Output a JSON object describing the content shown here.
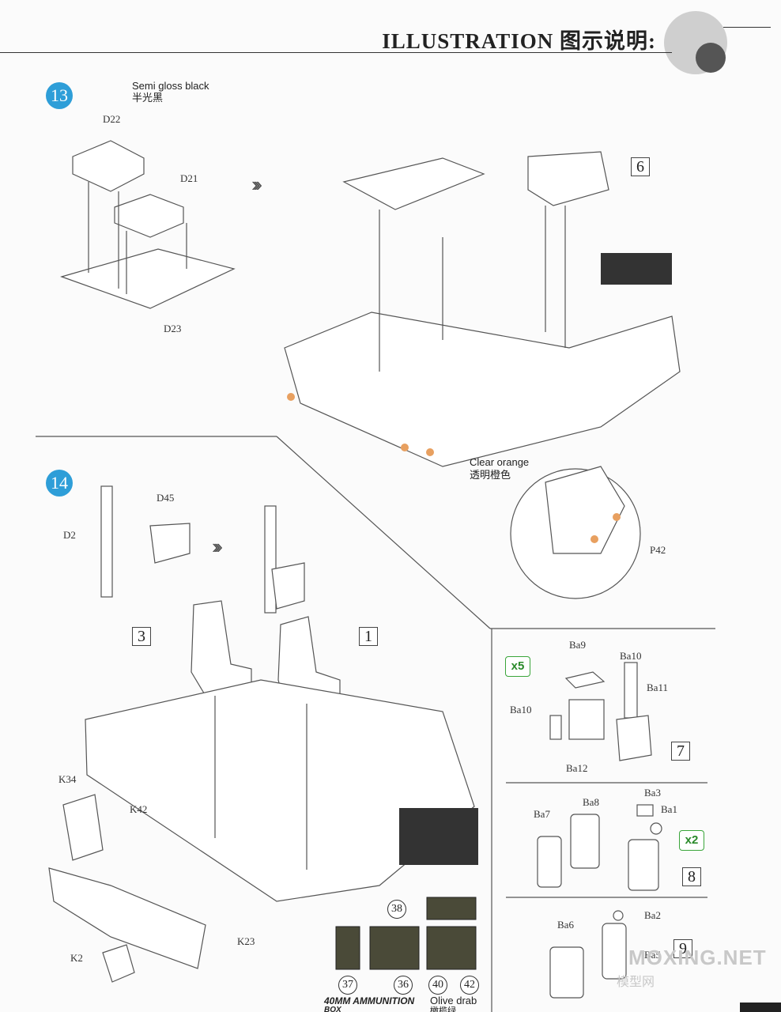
{
  "header": {
    "title": "ILLUSTRATION 图示说明:"
  },
  "step13": {
    "number": "13",
    "paint_note_en": "Semi gloss black",
    "paint_note_cn": "半光黑",
    "parts": [
      "D22",
      "D21",
      "D23"
    ],
    "callout": "6",
    "clear_orange_en": "Clear orange",
    "clear_orange_cn": "透明橙色",
    "detail_part": "P42"
  },
  "step14": {
    "number": "14",
    "parts": [
      "D45",
      "D2",
      "K34",
      "K42",
      "K2",
      "K23"
    ],
    "callouts": [
      "3",
      "1"
    ]
  },
  "sub7": {
    "qty": "x5",
    "parts": [
      "Ba9",
      "Ba10",
      "Ba11",
      "Ba10",
      "Ba12"
    ],
    "number": "7"
  },
  "sub8": {
    "qty": "x2",
    "parts": [
      "Ba3",
      "Ba1",
      "Ba7",
      "Ba8"
    ],
    "number": "8"
  },
  "sub9": {
    "parts": [
      "Ba2",
      "Ba6",
      "Ba5"
    ],
    "number": "9"
  },
  "decals": [
    "38",
    "37",
    "36",
    "40",
    "42"
  ],
  "footer": {
    "ammo_label": "40MM AMMUNITION",
    "ammo_label2": "BOX",
    "olive_en": "Olive drab",
    "olive_cn": "橄榄绿"
  },
  "watermark": {
    "main": "MOXING.NET",
    "sub": "模型网"
  }
}
